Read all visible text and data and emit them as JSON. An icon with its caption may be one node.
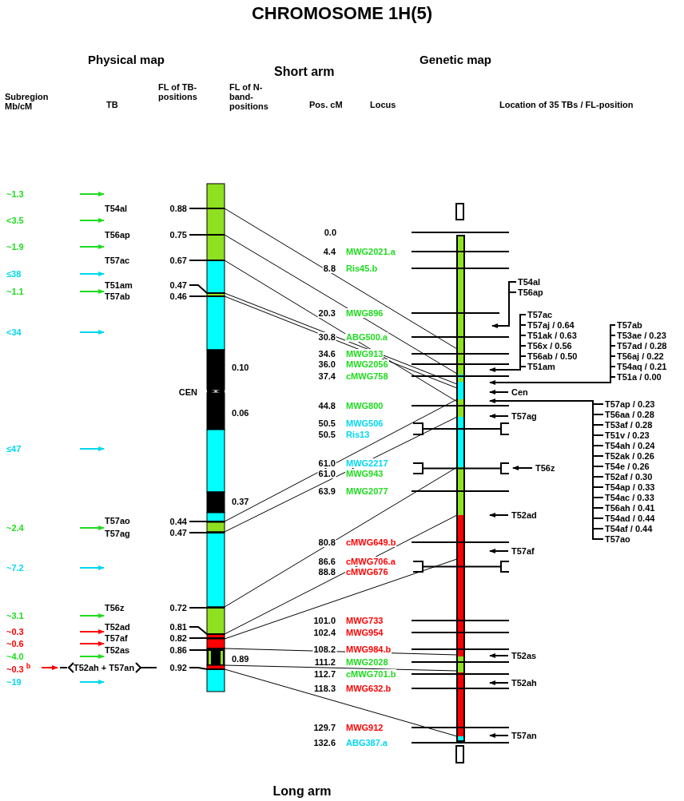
{
  "diagram": {
    "title": "CHROMOSOME 1H(5)",
    "labels": [
      "Physical map",
      "Short arm",
      "Genetic map",
      "Subregion Mb/cM",
      "TB",
      "FL of TB-positions",
      "FL of N-band-positions",
      "Pos. cM",
      "Locus",
      "Location of 35 TBs / FL-position",
      "~1.3",
      "<3.5",
      "~1.9",
      "≤38",
      "~1.1",
      "<34",
      "≤47",
      "~2.4",
      "~7.2",
      "~3.1",
      "~0.3",
      "~0.6",
      "~4.0",
      "~0.3 $^{b}$",
      "~19",
      "T54al",
      "T56ap",
      "T57ac",
      "T51am",
      "T57ab",
      "T57ao",
      "T57ag",
      "T56z",
      "T52ad",
      "T57af",
      "T52as",
      "T52ah + T57an",
      "0.88",
      "0.75",
      "0.67",
      "0.47",
      "0.46",
      "0.44",
      "0.47",
      "0.72",
      "0.81",
      "0.82",
      "0.86",
      "0.92",
      "0.10",
      "CEN",
      "0.06",
      "0.37",
      "0.89",
      "0.0",
      "4.4",
      "MWG2021.a",
      "8.8",
      "Ris45.b",
      "20.3",
      "MWG896",
      "30.8",
      "ABG500.a",
      "34.6",
      "MWG913",
      "36.0",
      "MWG2056",
      "37.4",
      "cMWG758",
      "44.8",
      "MWG800",
      "50.5",
      "MWG506",
      "50.5",
      "Ris13",
      "61.0",
      "MWG2217",
      "61.0",
      "MWG943",
      "63.9",
      "MWG2077",
      "80.8",
      "cMWG649.b",
      "86.6",
      "cMWG706.a",
      "88.8",
      "cMWG676",
      "101.0",
      "MWG733",
      "102.4",
      "MWG954",
      "108.2",
      "MWG984.b",
      "111.2",
      "MWG2028",
      "112.7",
      "cMWG701.b",
      "118.3",
      "MWG632.b",
      "129.7",
      "MWG912",
      "132.6",
      "ABG387.a",
      "T54al",
      "T56ap",
      "T57ac",
      "T57aj / 0.64",
      "T51ak / 0.63",
      "T56x / 0.56",
      "T56ab / 0.50",
      "T51am",
      "T57ab",
      "T53ae / 0.23",
      "T57ad / 0.28",
      "T56aj / 0.22",
      "T54aq / 0.21",
      "T51a / 0.00",
      "Cen",
      "T57ag",
      "T57ap / 0.23",
      "T56aa / 0.28",
      "T53af / 0.28",
      "T51v / 0.23",
      "T54ah / 0.24",
      "T52ak / 0.26",
      "T54e / 0.26",
      "T52af / 0.30",
      "T54ap / 0.33",
      "T54ac / 0.33",
      "T56ah / 0.41",
      "T54ad / 0.44",
      "T54af / 0.44",
      "T57ao",
      "T56z",
      "T52ad",
      "T57af",
      "T52as",
      "T52ah",
      "T57an",
      "Long arm"
    ]
  }
}
